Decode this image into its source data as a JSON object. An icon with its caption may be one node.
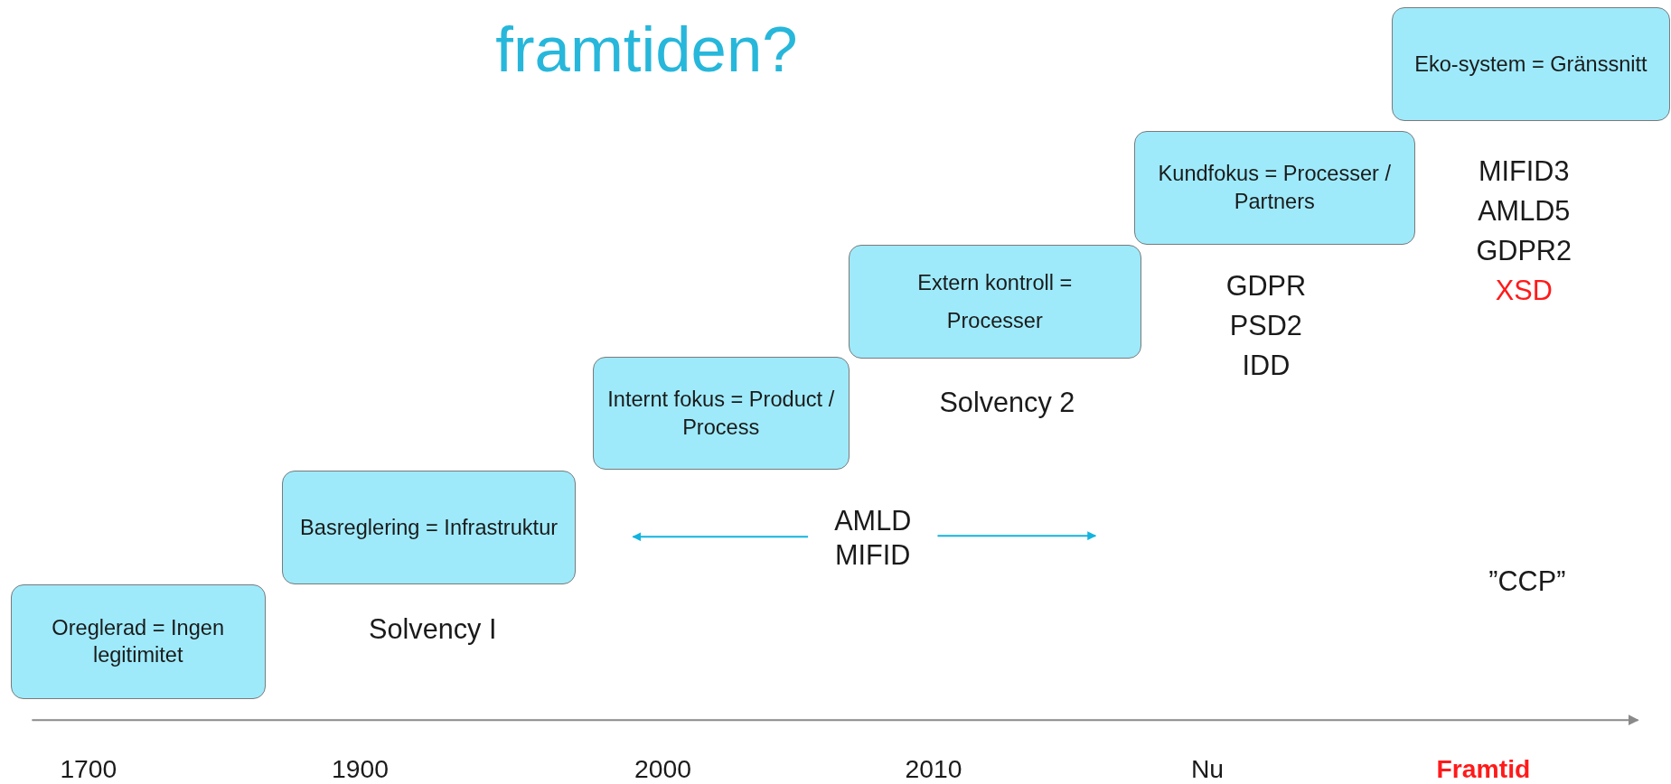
{
  "diagram": {
    "title": "framtiden?",
    "nodes": [
      {
        "text": [
          "Oreglerad = Ingen legitimitet"
        ]
      },
      {
        "text": [
          "Basreglering = Infrastruktur"
        ]
      },
      {
        "text": [
          "Internt fokus = Product / Process"
        ]
      },
      {
        "text": [
          "Extern kontroll =",
          "Processer"
        ]
      },
      {
        "text": [
          "Kundfokus = Processer / Partners"
        ]
      },
      {
        "text": [
          "Eko-system = Gränssnitt"
        ]
      },
      {
        "text": [
          "AMLD MIFID"
        ]
      }
    ],
    "edges": [
      {
        "from": 6,
        "to": null,
        "arrow": "to"
      },
      {
        "from": 6,
        "to": null,
        "arrow": "to"
      }
    ],
    "labels": [
      "Solvency I",
      "Solvency 2",
      "GDPR",
      "PSD2",
      "IDD",
      "MIFID3",
      "AMLD5",
      "GDPR2",
      "XSD",
      "”CCP”",
      "1700",
      "1900",
      "2000",
      "2010",
      "Nu",
      "Framtid"
    ]
  }
}
